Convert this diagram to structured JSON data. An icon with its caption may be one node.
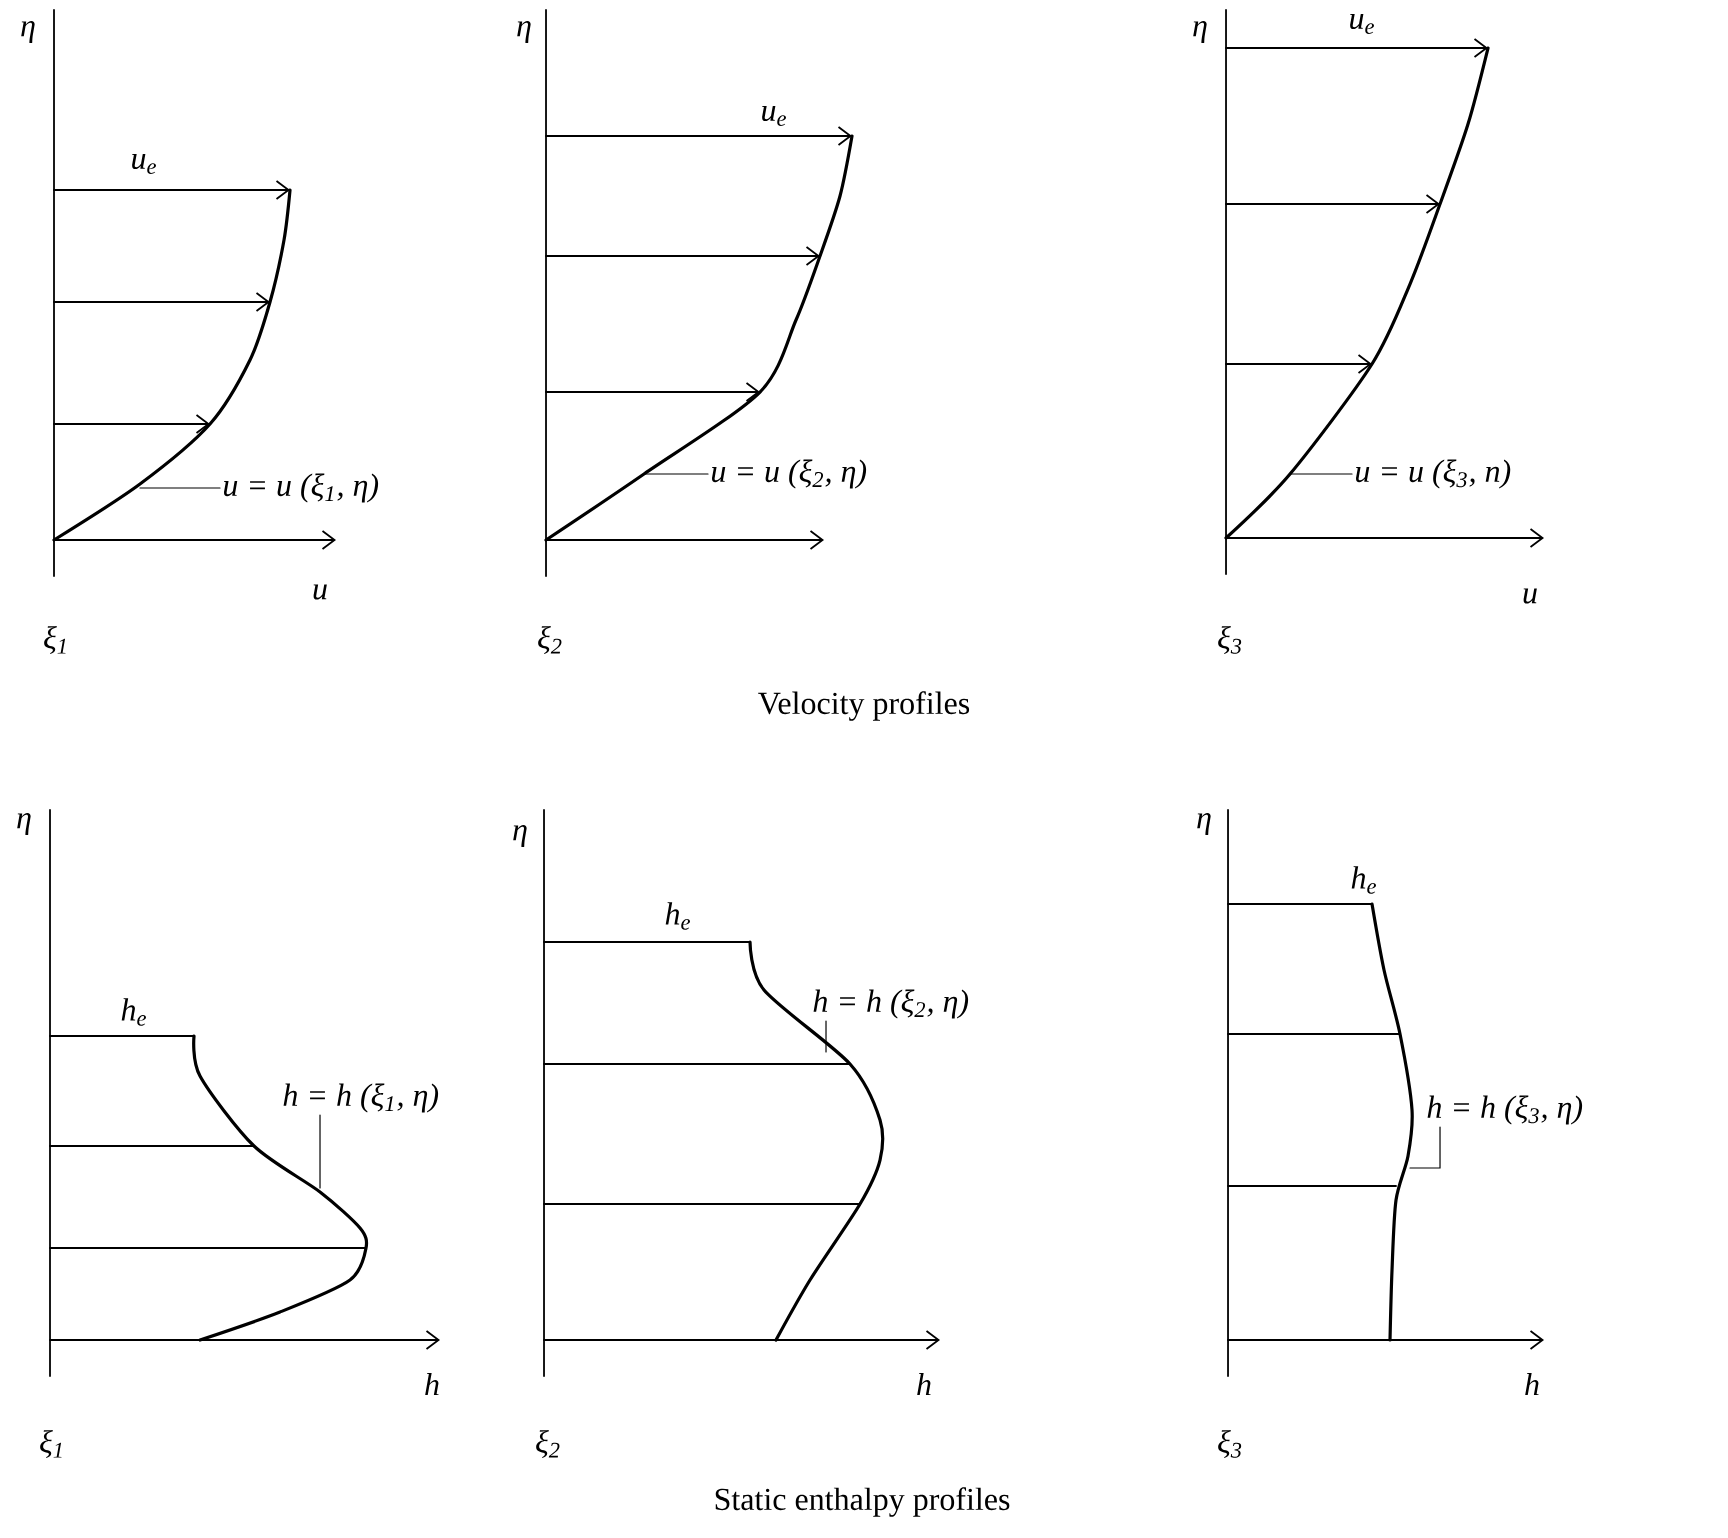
{
  "diagram": {
    "nodes": [
      {
        "text": [
          "u = u (ξ$_{1}$, η)"
        ]
      },
      {
        "text": [
          "u = u (ξ$_{2}$, η)"
        ]
      },
      {
        "text": [
          "u = u (ξ$_{3}$, n)"
        ]
      },
      {
        "text": [
          "h = h (ξ$_{1}$, η)"
        ]
      },
      {
        "text": [
          "h = h (ξ$_{2}$, η)"
        ]
      },
      {
        "text": [
          "h = h (ξ$_{3}$, η)"
        ]
      }
    ],
    "edges": [
      {
        "from": 0,
        "to": null,
        "arrow": "none"
      },
      {
        "from": 1,
        "to": null,
        "arrow": "none"
      },
      {
        "from": 2,
        "to": null,
        "arrow": "none"
      },
      {
        "from": 3,
        "to": null,
        "arrow": "none"
      },
      {
        "from": 4,
        "to": null,
        "arrow": "none"
      },
      {
        "from": 5,
        "to": null,
        "arrow": "none"
      }
    ],
    "labels": [
      "η",
      "u$_{e}$",
      "u",
      "ξ$_{1}$",
      "η",
      "u$_{e}$",
      "ξ$_{2}$",
      "η",
      "u$_{e}$",
      "u",
      "ξ$_{3}$",
      "Velocity profiles",
      "η",
      "h$_{e}$",
      "h",
      "ξ$_{1}$",
      "η",
      "h$_{e}$",
      "h",
      "ξ$_{2}$",
      "η",
      "h$_{e}$",
      "h",
      "ξ$_{3}$",
      "Static enthalpy profiles"
    ]
  }
}
